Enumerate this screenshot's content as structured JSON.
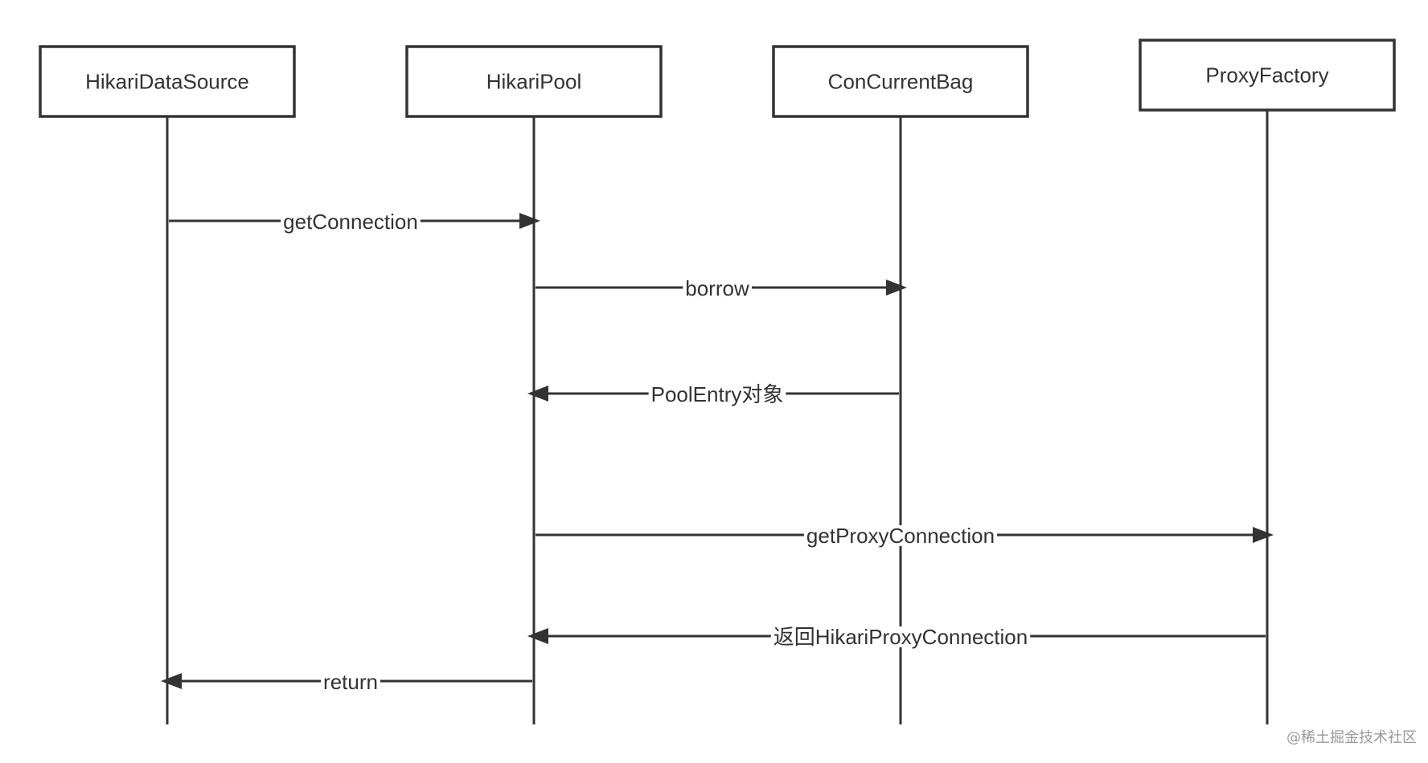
{
  "diagram": {
    "type": "sequence",
    "participants": [
      {
        "id": "hds",
        "label": "HikariDataSource"
      },
      {
        "id": "pool",
        "label": "HikariPool"
      },
      {
        "id": "bag",
        "label": "ConCurrentBag"
      },
      {
        "id": "proxy",
        "label": "ProxyFactory"
      }
    ],
    "messages": [
      {
        "from": "hds",
        "to": "pool",
        "label": "getConnection"
      },
      {
        "from": "pool",
        "to": "bag",
        "label": "borrow"
      },
      {
        "from": "bag",
        "to": "pool",
        "label": "PoolEntry对象"
      },
      {
        "from": "pool",
        "to": "proxy",
        "label": "getProxyConnection"
      },
      {
        "from": "proxy",
        "to": "pool",
        "label": "返回HikariProxyConnection"
      },
      {
        "from": "pool",
        "to": "hds",
        "label": "return"
      }
    ]
  },
  "watermark": "@稀土掘金技术社区",
  "colors": {
    "stroke": "#333333",
    "text": "#333333",
    "background": "#ffffff",
    "watermark": "#9a9a9a"
  }
}
